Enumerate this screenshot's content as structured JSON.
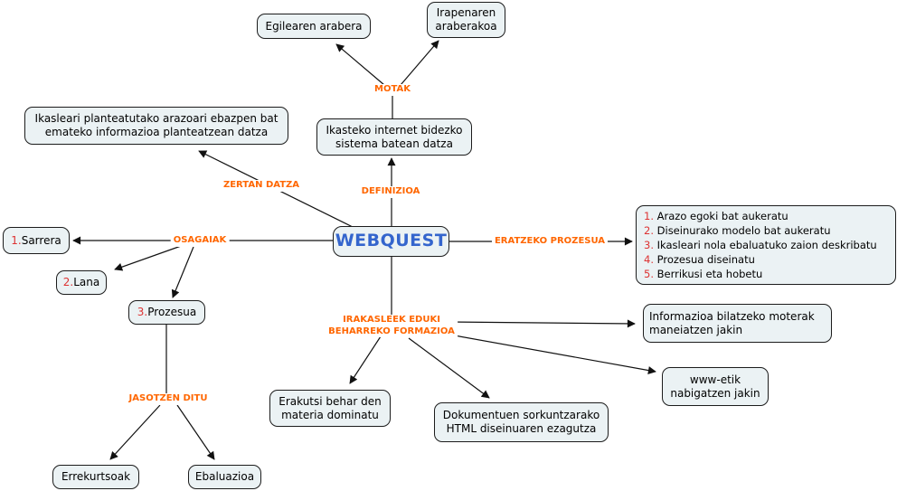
{
  "map": {
    "center": {
      "label": "WEBQUEST"
    },
    "link_labels": {
      "motak": "MOTAK",
      "zertan_datza": "ZERTAN DATZA",
      "definizioa": "DEFINIZIOA",
      "osagaiak": "OSAGAIAK",
      "eratzeko_prozesua": "ERATZEKO PROZESUA",
      "irakasleek_line1": "IRAKASLEEK EDUKI",
      "irakasleek_line2": "BEHARREKO FORMAZIOA",
      "jasotzen_ditu": "JASOTZEN DITU"
    },
    "nodes": {
      "egilearen_arabera": "Egilearen arabera",
      "irapenaren_araberakoa": "Irapenaren araberakoa",
      "zertan_datza_desc": "Ikasleari planteatutako arazoari ebazpen bat emateko informazioa planteatzean datza",
      "definizioa_desc": "Ikasteko internet bidezko sistema batean datza",
      "sarrera": {
        "num": "1.",
        "text": "Sarrera"
      },
      "lana": {
        "num": "2.",
        "text": "Lana"
      },
      "prozesua": {
        "num": "3.",
        "text": "Prozesua"
      },
      "errekurtsoak": "Errekurtsoak",
      "ebaluazioa": "Ebaluazioa",
      "erakutsi": "Erakutsi behar den materia dominatu",
      "dokumentuen": "Dokumentuen sorkuntzarako HTML diseinuaren ezagutza",
      "informazioa": "Informazioa bilatzeko moterak maneiatzen jakin",
      "www_etik": "www-etik nabigatzen jakin",
      "eratzeko_steps": [
        {
          "num": "1.",
          "text": "Arazo egoki bat aukeratu"
        },
        {
          "num": "2.",
          "text": "Diseinurako modelo bat aukeratu"
        },
        {
          "num": "3.",
          "text": "Ikasleari nola ebaluatuko zaion deskribatu"
        },
        {
          "num": "4.",
          "text": "Prozesua diseinatu"
        },
        {
          "num": "5.",
          "text": "Berrikusi eta hobetu"
        }
      ]
    },
    "colors": {
      "node_fill": "#ebf2f4",
      "node_border": "#1c1c1c",
      "link_label_orange": "#ff6600",
      "center_text_blue": "#3465cd",
      "number_red": "#dd3333",
      "line_black": "#111111",
      "background": "#ffffff"
    }
  }
}
